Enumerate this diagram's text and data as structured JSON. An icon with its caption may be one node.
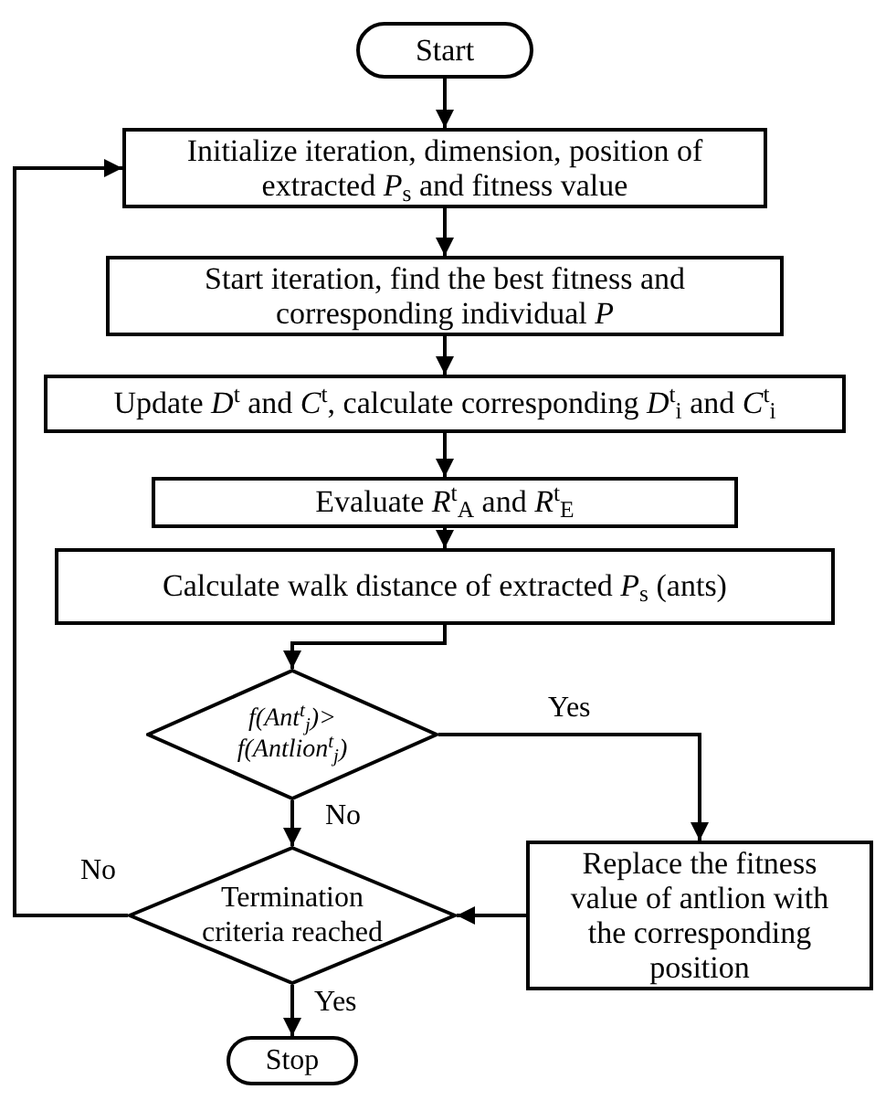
{
  "diagram": {
    "nodes": [
      {
        "text": [
          "Start"
        ]
      },
      {
        "text": [
          "Initialize iteration, dimension, position of extracted *P*$_{s}$ and fitness value"
        ]
      },
      {
        "text": [
          "Start iteration, find the best fitness and corresponding individual *P*"
        ]
      },
      {
        "text": [
          "Update *D*$^{t}$ and *C*$^{t}$, calculate corresponding *D*$^{t}$$_{i}$ and *C*$^{t}$$_{i}$"
        ]
      },
      {
        "text": [
          "Evaluate *R*$^{t}$$_{A}$ and *R*$^{t}$$_{E}$"
        ]
      },
      {
        "text": [
          "Calculate walk distance of extracted *P*$_{s}$ (ants)"
        ]
      },
      {
        "text": [
          "f(Ant$^{t}$$_{j}$)> f(Antlion$^{t}$$_{j}$)"
        ]
      },
      {
        "text": [
          "Replace the fitness value of antlion with the corresponding position"
        ]
      },
      {
        "text": [
          "Termination criteria reached"
        ]
      },
      {
        "text": [
          "Stop"
        ]
      }
    ],
    "edges": [
      {
        "from": 0,
        "to": 1,
        "arrow": "to"
      },
      {
        "from": 1,
        "to": 2,
        "arrow": "to"
      },
      {
        "from": 2,
        "to": 3,
        "arrow": "to"
      },
      {
        "from": 3,
        "to": 4,
        "arrow": "to"
      },
      {
        "from": 4,
        "to": 5,
        "arrow": "to"
      },
      {
        "from": 5,
        "to": 6,
        "arrow": "to"
      },
      {
        "from": 6,
        "to": 7,
        "arrow": "to",
        "label": "Yes"
      },
      {
        "from": 6,
        "to": 8,
        "arrow": "to",
        "label": "No"
      },
      {
        "from": 7,
        "to": 8,
        "arrow": "to"
      },
      {
        "from": 8,
        "to": 1,
        "arrow": "to",
        "label": "No"
      },
      {
        "from": 8,
        "to": 9,
        "arrow": "to",
        "label": "Yes"
      }
    ]
  }
}
